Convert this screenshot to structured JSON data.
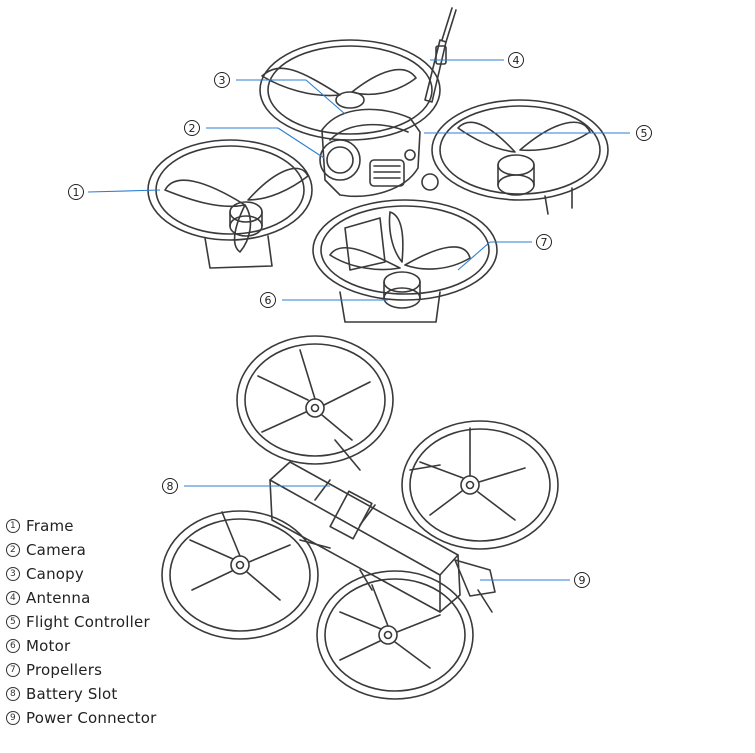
{
  "legend": [
    {
      "num": "1",
      "label": "Frame"
    },
    {
      "num": "2",
      "label": "Camera"
    },
    {
      "num": "3",
      "label": "Canopy"
    },
    {
      "num": "4",
      "label": "Antenna"
    },
    {
      "num": "5",
      "label": "Flight Controller"
    },
    {
      "num": "6",
      "label": "Motor"
    },
    {
      "num": "7",
      "label": "Propellers"
    },
    {
      "num": "8",
      "label": "Battery Slot"
    },
    {
      "num": "9",
      "label": "Power Connector"
    }
  ],
  "callouts": [
    "1",
    "2",
    "3",
    "4",
    "5",
    "6",
    "7",
    "8",
    "9"
  ],
  "colors": {
    "line": "#3a3a3a",
    "leader": "#2b7fd0",
    "accent": "#222222"
  }
}
